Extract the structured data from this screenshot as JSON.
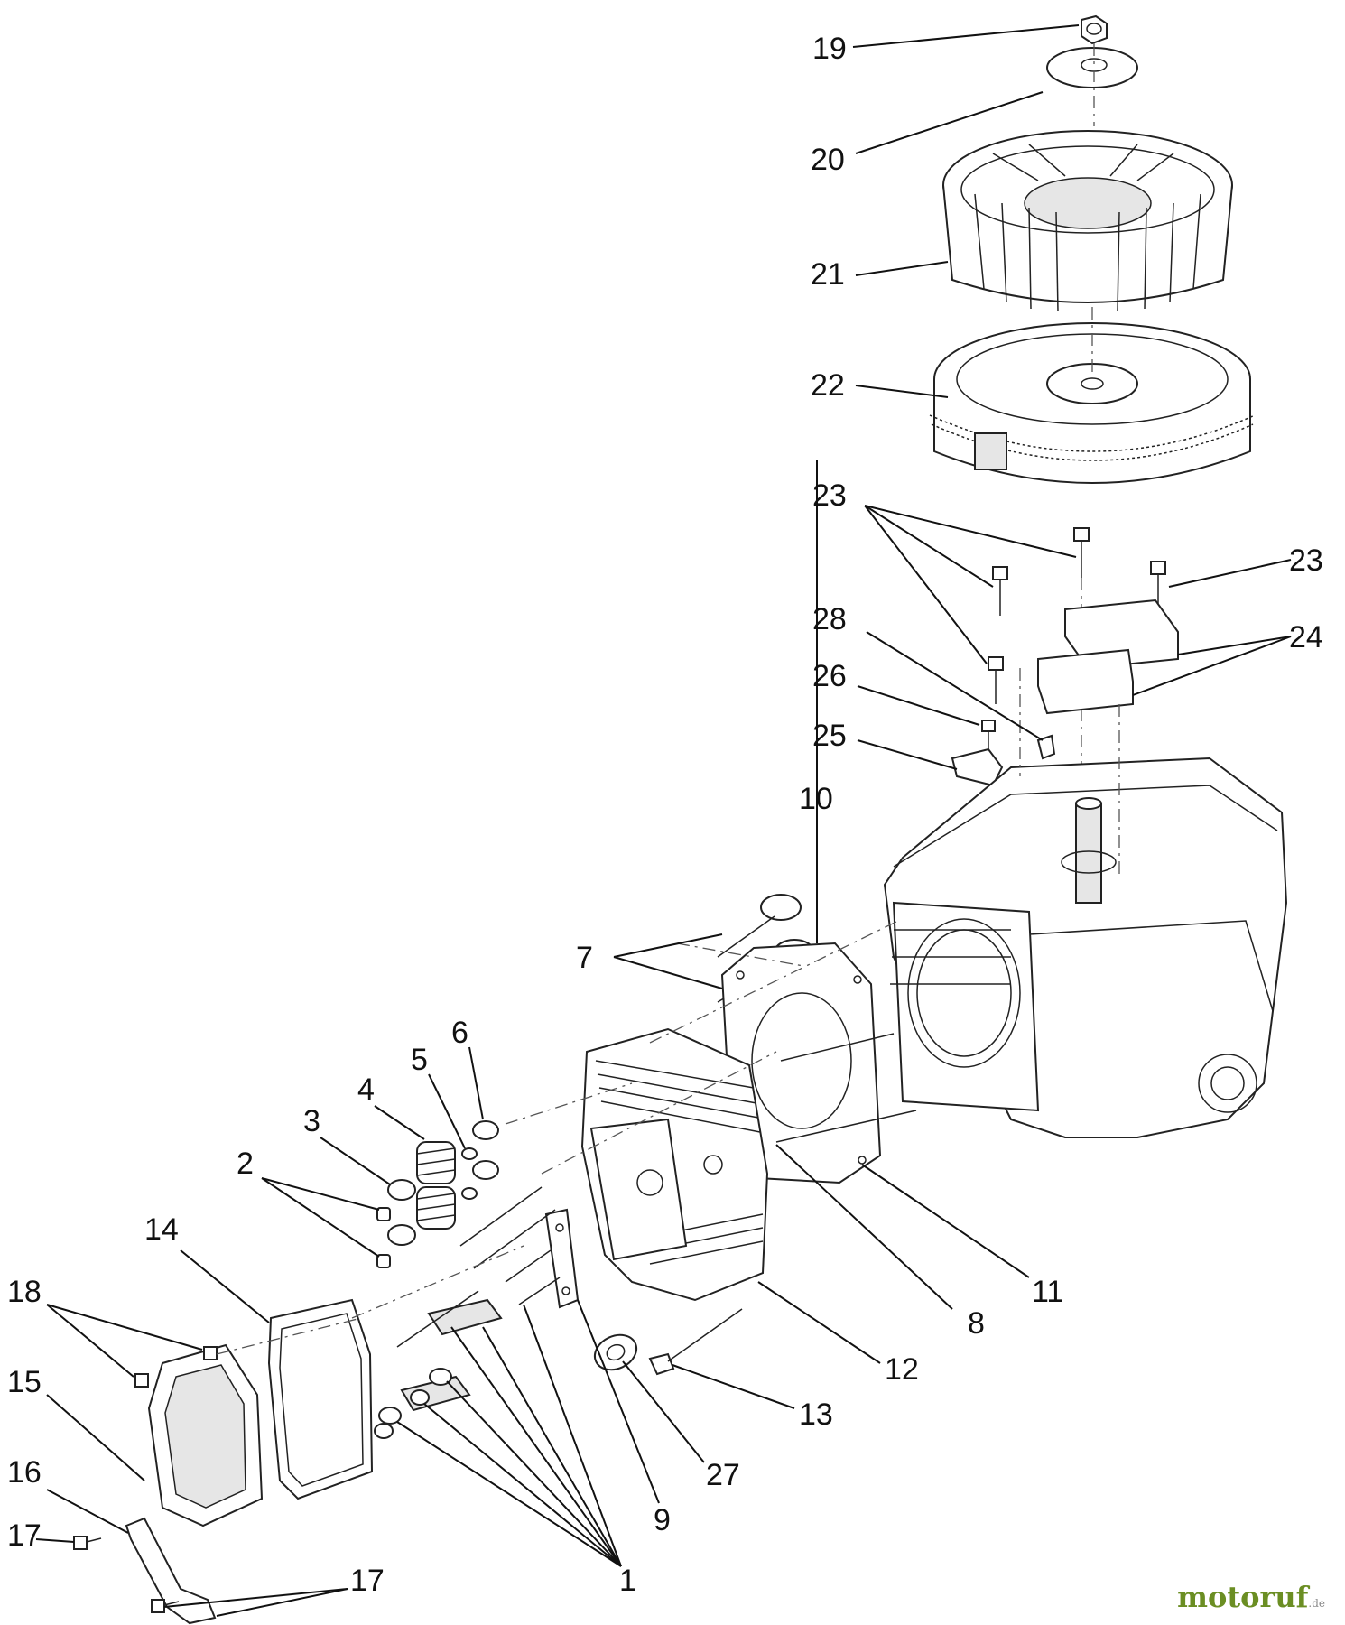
{
  "callouts": [
    {
      "id": "19",
      "text": "19"
    },
    {
      "id": "20",
      "text": "20"
    },
    {
      "id": "21",
      "text": "21"
    },
    {
      "id": "22",
      "text": "22"
    },
    {
      "id": "23a",
      "text": "23"
    },
    {
      "id": "23b",
      "text": "23"
    },
    {
      "id": "24",
      "text": "24"
    },
    {
      "id": "28",
      "text": "28"
    },
    {
      "id": "26",
      "text": "26"
    },
    {
      "id": "25",
      "text": "25"
    },
    {
      "id": "10",
      "text": "10"
    },
    {
      "id": "7",
      "text": "7"
    },
    {
      "id": "6",
      "text": "6"
    },
    {
      "id": "5",
      "text": "5"
    },
    {
      "id": "4",
      "text": "4"
    },
    {
      "id": "3",
      "text": "3"
    },
    {
      "id": "2",
      "text": "2"
    },
    {
      "id": "14",
      "text": "14"
    },
    {
      "id": "18",
      "text": "18"
    },
    {
      "id": "15",
      "text": "15"
    },
    {
      "id": "16",
      "text": "16"
    },
    {
      "id": "17a",
      "text": "17"
    },
    {
      "id": "17b",
      "text": "17"
    },
    {
      "id": "1",
      "text": "1"
    },
    {
      "id": "9",
      "text": "9"
    },
    {
      "id": "27",
      "text": "27"
    },
    {
      "id": "13",
      "text": "13"
    },
    {
      "id": "12",
      "text": "12"
    },
    {
      "id": "8",
      "text": "8"
    },
    {
      "id": "11",
      "text": "11"
    }
  ],
  "watermark": {
    "brand": "motoruf",
    "tld": ".de"
  }
}
